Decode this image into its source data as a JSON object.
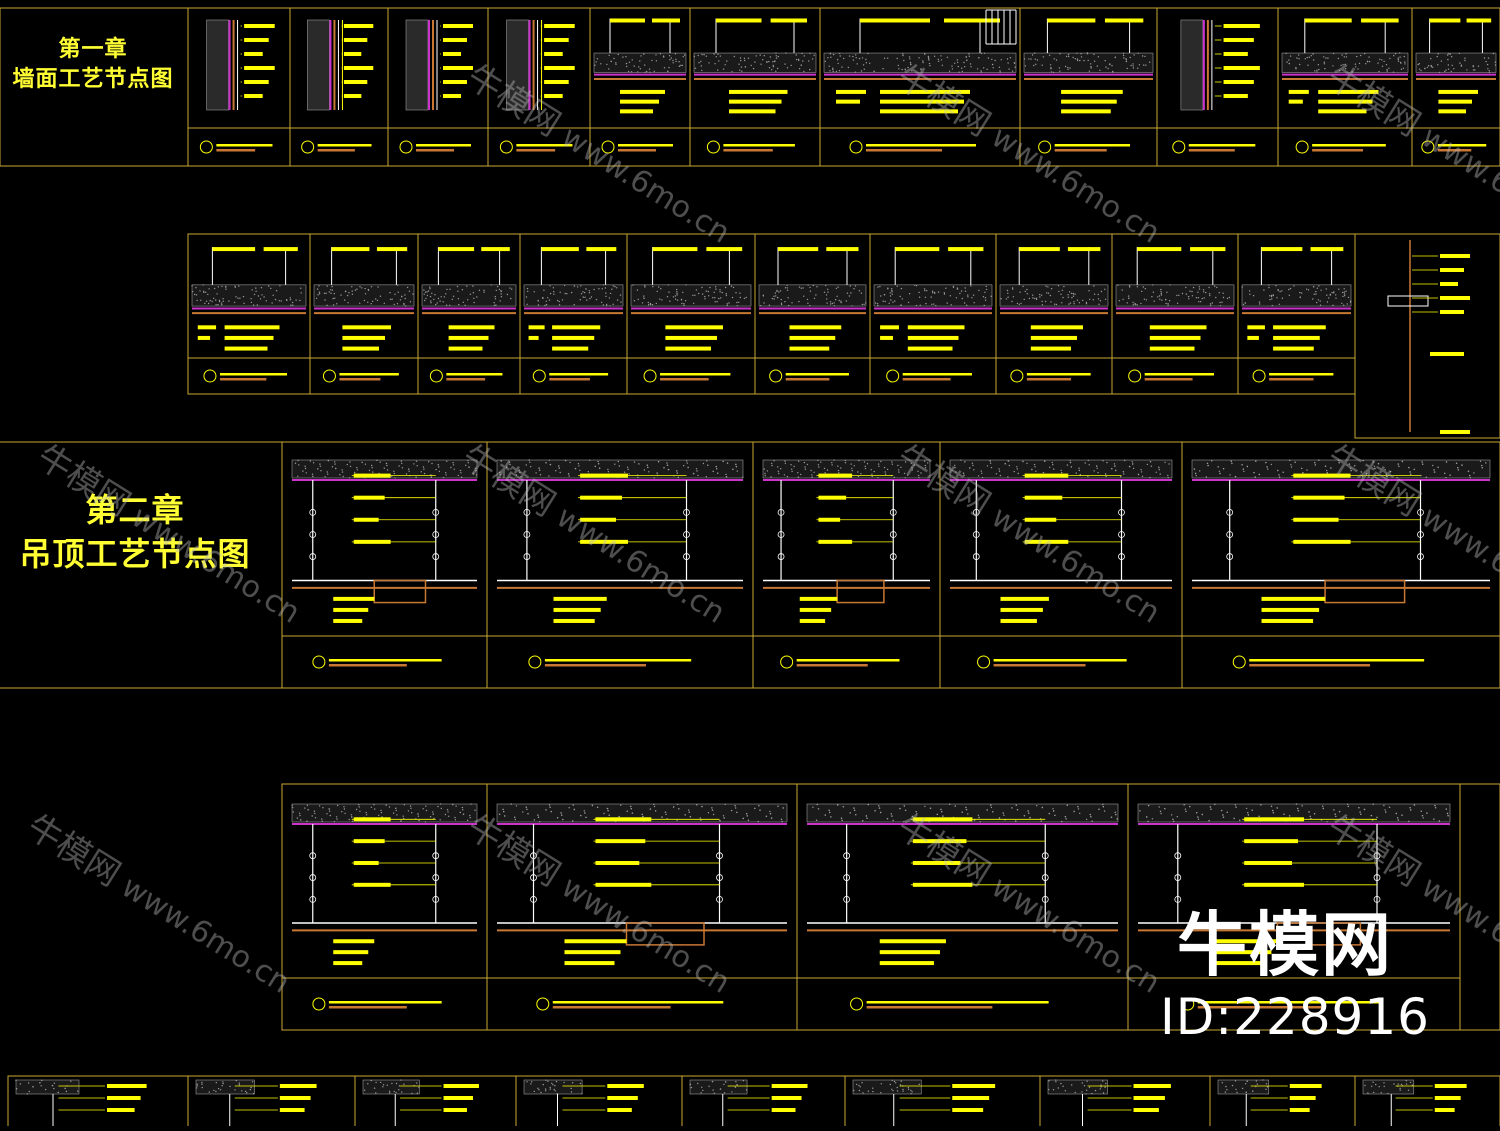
{
  "chapters": {
    "one": {
      "label": "第一章",
      "title": "墙面工艺节点图"
    },
    "two": {
      "label": "第二章",
      "title": "吊顶工艺节点图"
    }
  },
  "watermark": {
    "cn": "牛模网",
    "url": "www.6mo.cn"
  },
  "brand": {
    "name": "牛模网",
    "id": "ID:228916"
  },
  "colors": {
    "background": "#000000",
    "frame": "#c8a832",
    "annotation": "#ffff00",
    "finish_line": "#cc33cc",
    "wood": "#c87832",
    "structure": "#ffffff",
    "concrete": "#9a9a9a"
  }
}
